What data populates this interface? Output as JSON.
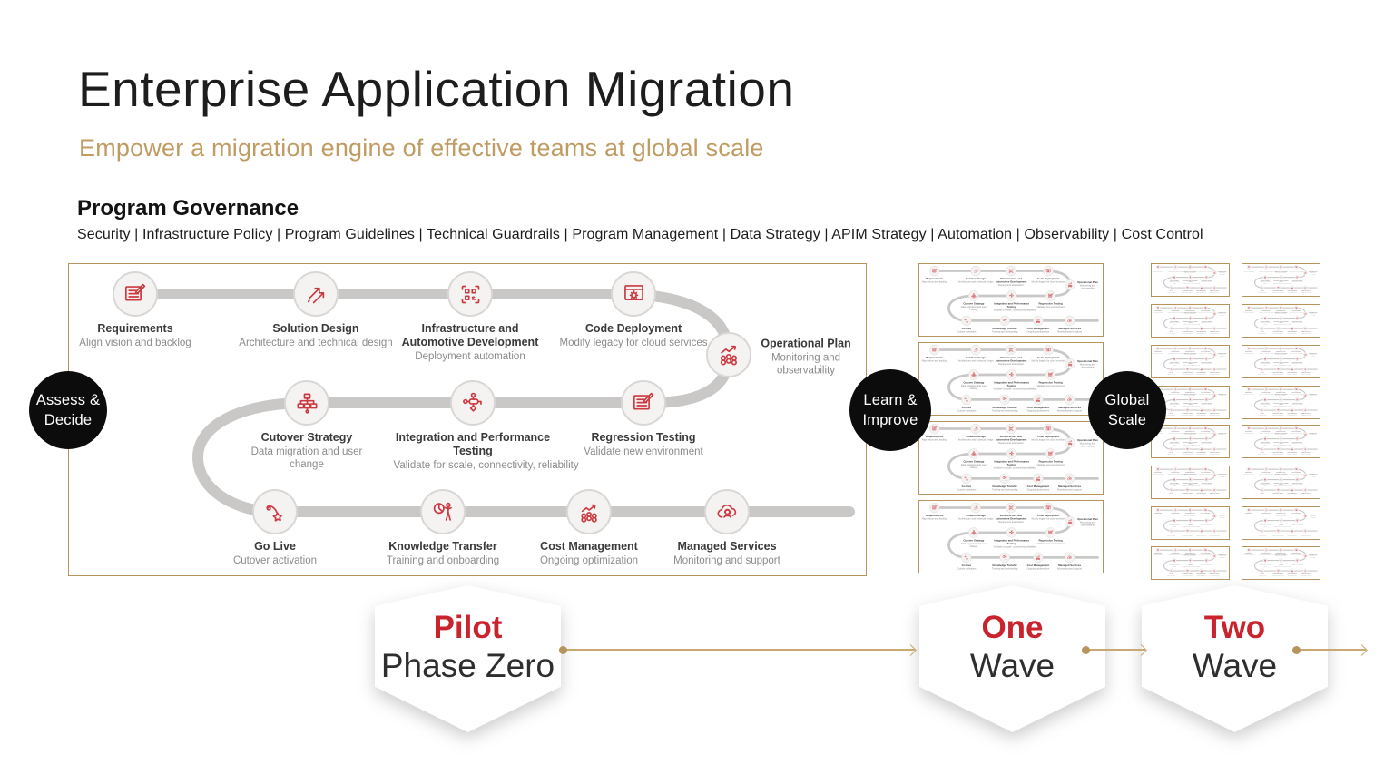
{
  "slide": {
    "title": "Enterprise Application Migration",
    "subtitle": "Empower a migration engine of effective teams at global scale"
  },
  "governance": {
    "heading": "Program Governance",
    "separator": " | ",
    "items": [
      "Security",
      "Infrastructure Policy",
      "Program Guidelines",
      "Technical Guardrails",
      "Program Management",
      "Data Strategy",
      "APIM Strategy",
      "Automation",
      "Observability",
      "Cost Control"
    ]
  },
  "flow": {
    "steps": [
      {
        "title": "Requirements",
        "desc": "Align vision and backlog",
        "icon": "document-edit"
      },
      {
        "title": "Solution Design",
        "desc": "Architecture and technical design",
        "icon": "arrows-up"
      },
      {
        "title": "Infrastructure and Automotive Development",
        "desc": "Deployment automation",
        "icon": "qr-code"
      },
      {
        "title": "Code Deployment",
        "desc": "Modify legacy for cloud services",
        "icon": "window-gear"
      },
      {
        "title": "Operational Plan",
        "desc": "Monitoring and observability",
        "icon": "chart-coins"
      },
      {
        "title": "Cutover Strategy",
        "desc": "Data migration and user change",
        "icon": "sitemap"
      },
      {
        "title": "Integration and Performance Testing",
        "desc": "Validate for scale, connectivity, reliability",
        "icon": "flowchart"
      },
      {
        "title": "Regression Testing",
        "desc": "Validate new environment",
        "icon": "document-edit"
      },
      {
        "title": "Go Live",
        "desc": "Cutover activation",
        "icon": "rocket-star"
      },
      {
        "title": "Knowledge Transfer",
        "desc": "Training and onboarding",
        "icon": "person-chart"
      },
      {
        "title": "Cost Management",
        "desc": "Ongoing optimization",
        "icon": "coins-chart"
      },
      {
        "title": "Managed Services",
        "desc": "Monitoring and support",
        "icon": "cloud-support"
      }
    ]
  },
  "milestones": {
    "assess": "Assess &\nDecide",
    "learn": "Learn &\nImprove",
    "global": "Global\nScale"
  },
  "phases": [
    {
      "name": "Pilot",
      "sub": "Phase Zero"
    },
    {
      "name": "One",
      "sub": "Wave"
    },
    {
      "name": "Two",
      "sub": "Wave"
    }
  ],
  "previews": {
    "medium_count": 4,
    "tiny_rows": 8,
    "tiny_cols": 2
  },
  "colors": {
    "gold": "#b6945c",
    "gold_light": "#c8a974",
    "gold_text": "#bf9c62",
    "red": "#c9232d",
    "icon_red": "#cc3a41",
    "rail": "#c9c8c7"
  }
}
